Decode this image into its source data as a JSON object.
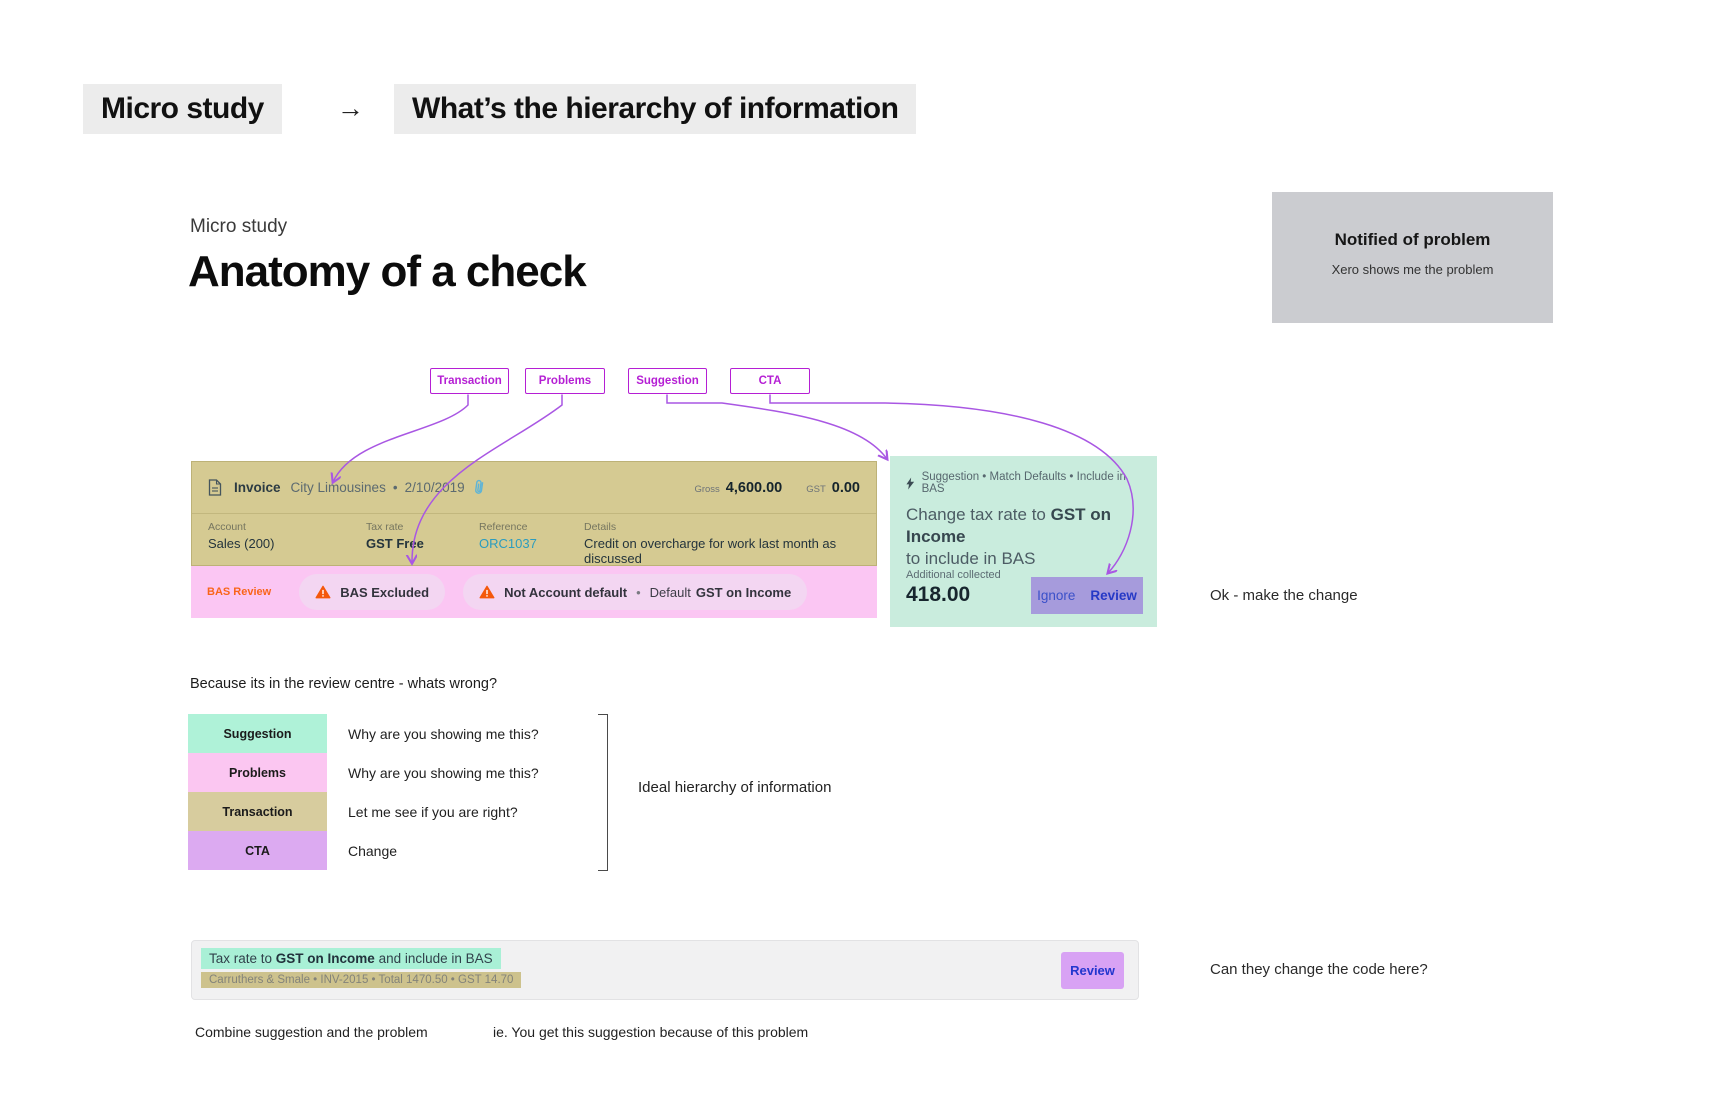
{
  "header": {
    "tag": "Micro study",
    "arrow": "→",
    "title": "What’s the hierarchy of information"
  },
  "study": {
    "eyebrow": "Micro study",
    "title": "Anatomy of a check"
  },
  "notified_card": {
    "title": "Notified of problem",
    "subtitle": "Xero shows me the problem"
  },
  "callouts": [
    {
      "label": "Transaction"
    },
    {
      "label": "Problems"
    },
    {
      "label": "Suggestion"
    },
    {
      "label": "CTA"
    }
  ],
  "invoice": {
    "doc_type": "Invoice",
    "contact": "City Limousines",
    "sep": "•",
    "date": "2/10/2019",
    "gross_label": "Gross",
    "gross_value": "4,600.00",
    "gst_label": "GST",
    "gst_value": "0.00",
    "fields": [
      {
        "label": "Account",
        "value": "Sales (200)"
      },
      {
        "label": "Tax rate",
        "value": "GST Free"
      },
      {
        "label": "Reference",
        "value": "ORC1037"
      },
      {
        "label": "Details",
        "value": "Credit on overcharge for work last month as discussed"
      }
    ],
    "bas_row": {
      "tag": "BAS Review",
      "pill1": "BAS Excluded",
      "pill2_name": "Not Account default",
      "pill2_sep": "•",
      "pill2_mid": "Default",
      "pill2_bold": "GST on Income"
    }
  },
  "suggestion_card": {
    "meta": "Suggestion  •  Match Defaults  •  Include in BAS",
    "line1_prefix": "Change tax rate to ",
    "line1_bold": "GST on Income",
    "line2": "to include in BAS",
    "collected_label": "Additional collected",
    "collected_value": "418.00",
    "ignore_label": "Ignore",
    "review_label": "Review"
  },
  "hierarchy": {
    "intro": "Because its in the review centre - whats wrong?",
    "rows": [
      {
        "label": "Suggestion",
        "question": "Why are you showing me this?",
        "color": "#aff2d8"
      },
      {
        "label": "Problems",
        "question": "Why are you showing me this?",
        "color": "#fbc6f1"
      },
      {
        "label": "Transaction",
        "question": "Let me see if you are right?",
        "color": "#d7cc9e"
      },
      {
        "label": "CTA",
        "question": "Change",
        "color": "#dcaaf1"
      }
    ],
    "bracket_label": "Ideal hierarchy of information"
  },
  "combined_bar": {
    "line1_prefix": "Tax rate to ",
    "line1_bold": "GST on Income",
    "line1_suffix": " and include in BAS",
    "line2": "Carruthers & Smale  •  INV-2015  •  Total 1470.50  •  GST 14.70",
    "review_label": "Review"
  },
  "annotations": {
    "make_change": "Ok - make the change",
    "change_code": "Can they change the code here?",
    "combine": "Combine suggestion and the problem",
    "ie_note": "ie. You get this suggestion because of this problem"
  },
  "colors": {
    "callout_purple": "#b51fd4",
    "arrow_purple": "#a957e3",
    "transaction_tan": "#d5ca92",
    "problems_pink": "#fbc6f3",
    "suggestion_mint": "#c9ecdd",
    "mint_highlight": "#a9f0d6",
    "cta_purple": "#d8a2f4",
    "cta_overlay_violet": "#a69bdc",
    "bas_orange": "#f9651a",
    "warning_orange": "#f4580c",
    "link_teal": "#2b9cbf",
    "action_blue": "#2639c6",
    "gray_card": "#cbccd0",
    "header_gray": "#ececec"
  }
}
